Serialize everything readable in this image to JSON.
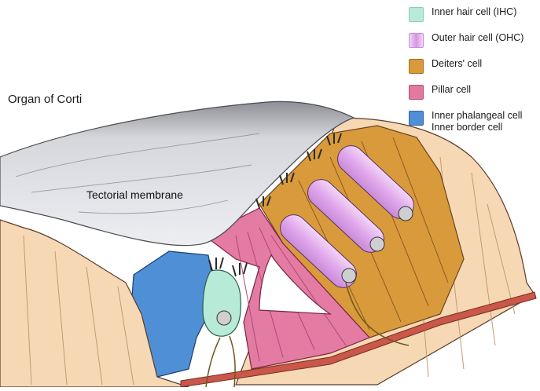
{
  "title": "Organ of Corti",
  "labels": {
    "tectorial_membrane": "Tectorial membrane"
  },
  "legend": [
    {
      "name": "ihc",
      "lines": [
        "Inner hair cell (IHC)"
      ],
      "color": "#b8ead8"
    },
    {
      "name": "ohc",
      "lines": [
        "Outer hair cell (OHC)"
      ],
      "color": "#e0b0ec"
    },
    {
      "name": "deiters",
      "lines": [
        "Deiters' cell"
      ],
      "color": "#d89a3a"
    },
    {
      "name": "pillar",
      "lines": [
        "Pillar cell"
      ],
      "color": "#e27aa0"
    },
    {
      "name": "phalangeal",
      "lines": [
        "Inner phalangeal cell",
        "Inner border cell"
      ],
      "color": "#4f8fd6"
    }
  ],
  "colors": {
    "tissue": "#f6d8b4",
    "tissue_dark": "#e9b98a",
    "membrane": "#dcdde3",
    "basilar": "#c9584a",
    "outline": "#5a3a2a"
  }
}
